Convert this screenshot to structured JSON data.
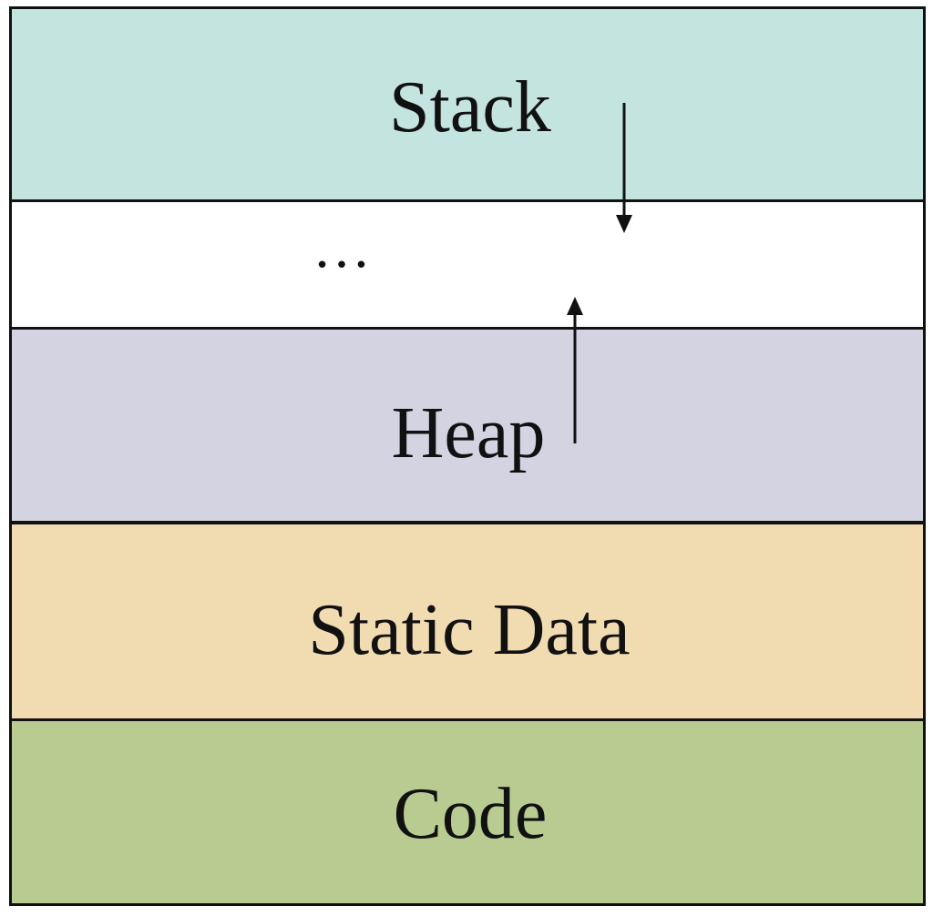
{
  "memory_layout": {
    "segments": [
      {
        "id": "stack",
        "label": "Stack",
        "color": "#c4e4df"
      },
      {
        "id": "gap",
        "label": "…",
        "color": "#ffffff"
      },
      {
        "id": "heap",
        "label": "Heap",
        "color": "#d3d3e2"
      },
      {
        "id": "static",
        "label": "Static Data",
        "color": "#f1dbb0"
      },
      {
        "id": "code",
        "label": "Code",
        "color": "#b8cb90"
      }
    ],
    "arrows": [
      {
        "from": "stack",
        "direction": "down"
      },
      {
        "from": "heap",
        "direction": "up"
      }
    ],
    "border_color": "#111111"
  }
}
